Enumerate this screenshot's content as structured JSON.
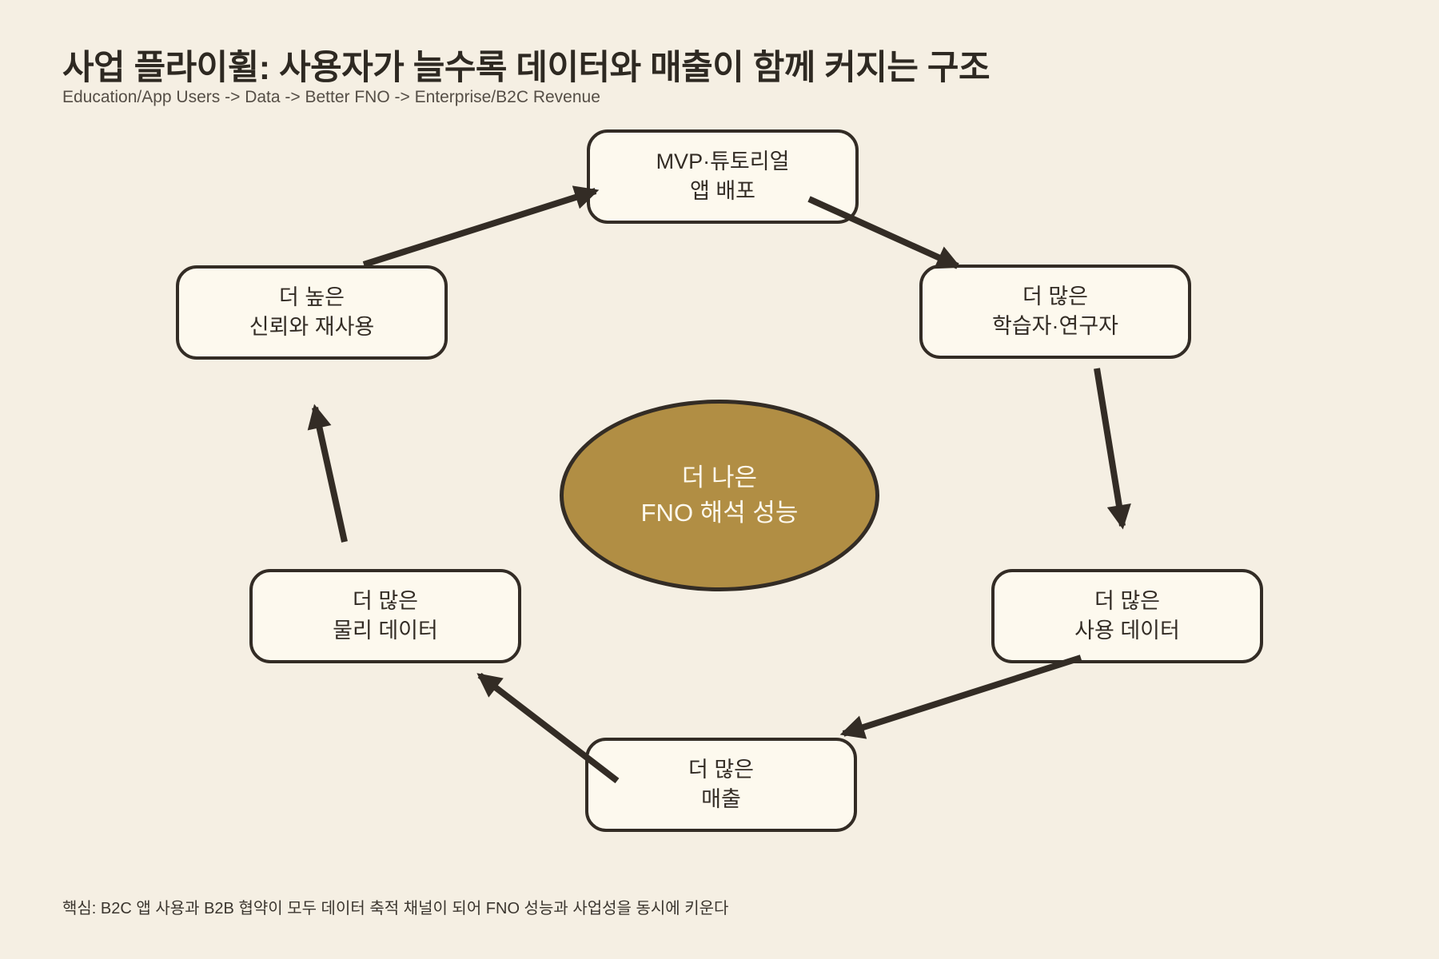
{
  "page": {
    "title": "사업 플라이휠: 사용자가 늘수록 데이터와 매출이 함께 커지는 구조",
    "subtitle": "Education/App Users -> Data -> Better FNO -> Enterprise/B2C Revenue",
    "note": "핵심: B2C 앱 사용과 B2B 협약이 모두 데이터 축적 채널이 되어 FNO 성능과 사업성을 동시에 키운다"
  },
  "diagram": {
    "type": "cycle-flywheel",
    "center": {
      "line1": "더 나은",
      "line2": "FNO 해석 성능"
    },
    "nodes": [
      {
        "id": "deploy",
        "line1": "MVP·튜토리얼",
        "line2": "앱 배포"
      },
      {
        "id": "learners",
        "line1": "더 많은",
        "line2": "학습자·연구자"
      },
      {
        "id": "usage-data",
        "line1": "더 많은",
        "line2": "사용 데이터"
      },
      {
        "id": "revenue",
        "line1": "더 많은",
        "line2": "매출"
      },
      {
        "id": "physics-data",
        "line1": "더 많은",
        "line2": "물리 데이터"
      },
      {
        "id": "trust",
        "line1": "더 높은",
        "line2": "신뢰와 재사용"
      }
    ],
    "flow_order": [
      "deploy",
      "learners",
      "usage-data",
      "revenue",
      "physics-data",
      "trust",
      "deploy"
    ],
    "colors": {
      "background": "#f5efe3",
      "node_fill": "#fdf9ee",
      "stroke": "#332c25",
      "center_fill": "#b18e44",
      "center_text": "#fdf9ee",
      "title_text": "#2e2922",
      "subtitle_text": "#554e46"
    }
  }
}
